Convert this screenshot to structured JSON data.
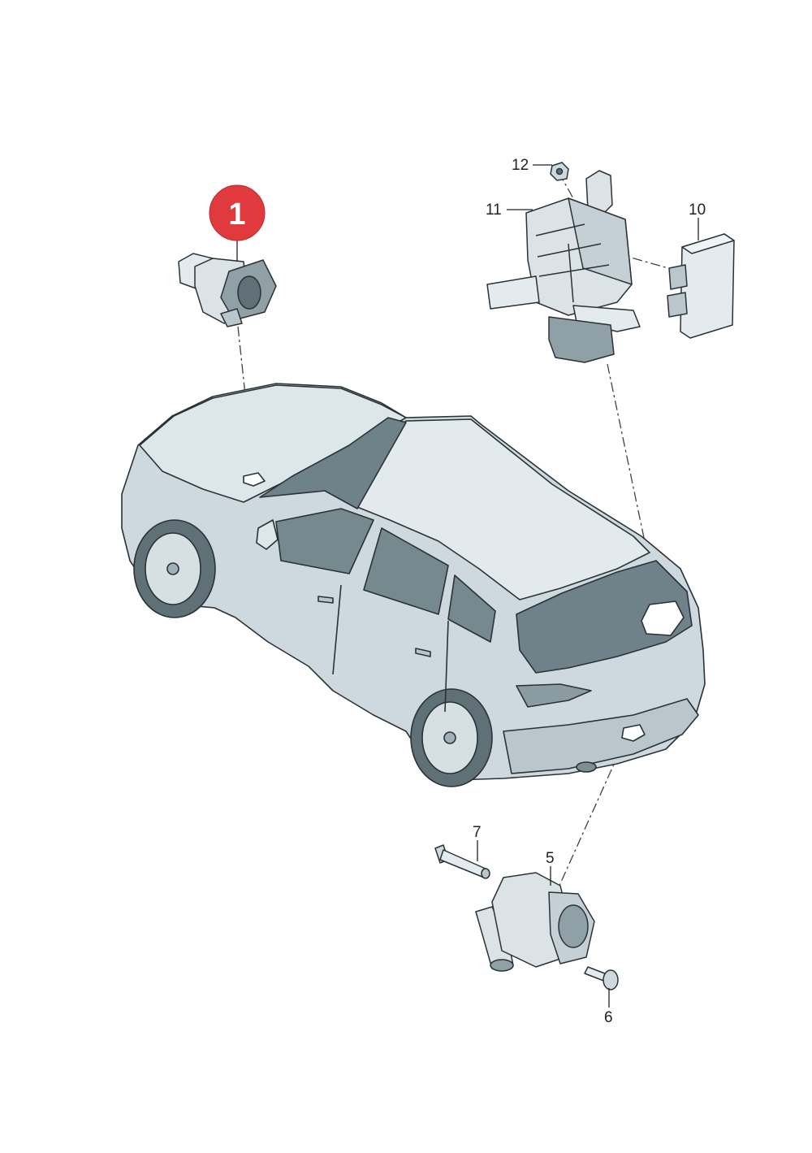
{
  "colors": {
    "part_fill": "#e4ebee",
    "part_shade": "#b9c7cd",
    "part_dark": "#7d8f96",
    "car_body": "#cdd9de",
    "car_glass": "#6f8289",
    "outline": "#2a3236",
    "badge": "#e03a3e"
  },
  "highlight": {
    "label": "1"
  },
  "callouts": [
    {
      "id": "c12",
      "label": "12"
    },
    {
      "id": "c11",
      "label": "11"
    },
    {
      "id": "c10",
      "label": "10"
    },
    {
      "id": "c7",
      "label": "7"
    },
    {
      "id": "c5",
      "label": "5"
    },
    {
      "id": "c6",
      "label": "6"
    }
  ]
}
